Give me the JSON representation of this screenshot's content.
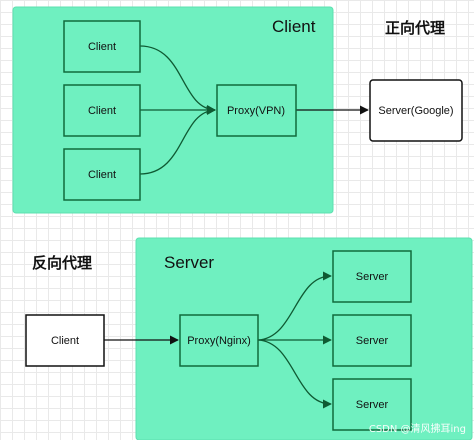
{
  "forward": {
    "label": "正向代理",
    "region_title": "Client",
    "clients": [
      "Client",
      "Client",
      "Client"
    ],
    "proxy": "Proxy(VPN)",
    "server": "Server(Google)"
  },
  "reverse": {
    "label": "反向代理",
    "region_title": "Server",
    "client": "Client",
    "proxy": "Proxy(Nginx)",
    "servers": [
      "Server",
      "Server",
      "Server"
    ]
  },
  "watermark": "CSDN @清风拂耳ing",
  "colors": {
    "region_fill": "#6ff0c0",
    "node_border": "#116b3c",
    "edge": "#0f5a33"
  }
}
